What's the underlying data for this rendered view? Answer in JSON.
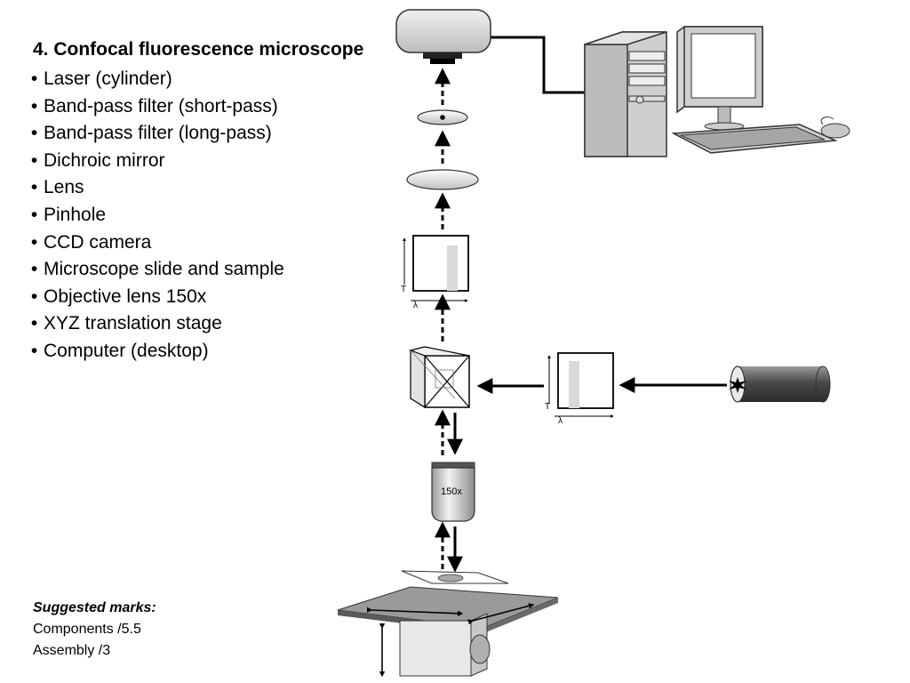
{
  "title": "4. Confocal fluorescence microscope",
  "components": [
    "Laser (cylinder)",
    "Band-pass filter (short-pass)",
    "Band-pass filter (long-pass)",
    "Dichroic mirror",
    "Lens",
    "Pinhole",
    "CCD camera",
    "Microscope slide and sample",
    "Objective lens 150x",
    "XYZ translation stage",
    "Computer (desktop)"
  ],
  "bullet": "•",
  "marks": {
    "heading": "Suggested marks:",
    "components": "Components /5.5",
    "assembly": "Assembly /3"
  },
  "diagram": {
    "objective_label": "150x",
    "filter_axis_x": "λ",
    "filter_axis_y": "T"
  }
}
